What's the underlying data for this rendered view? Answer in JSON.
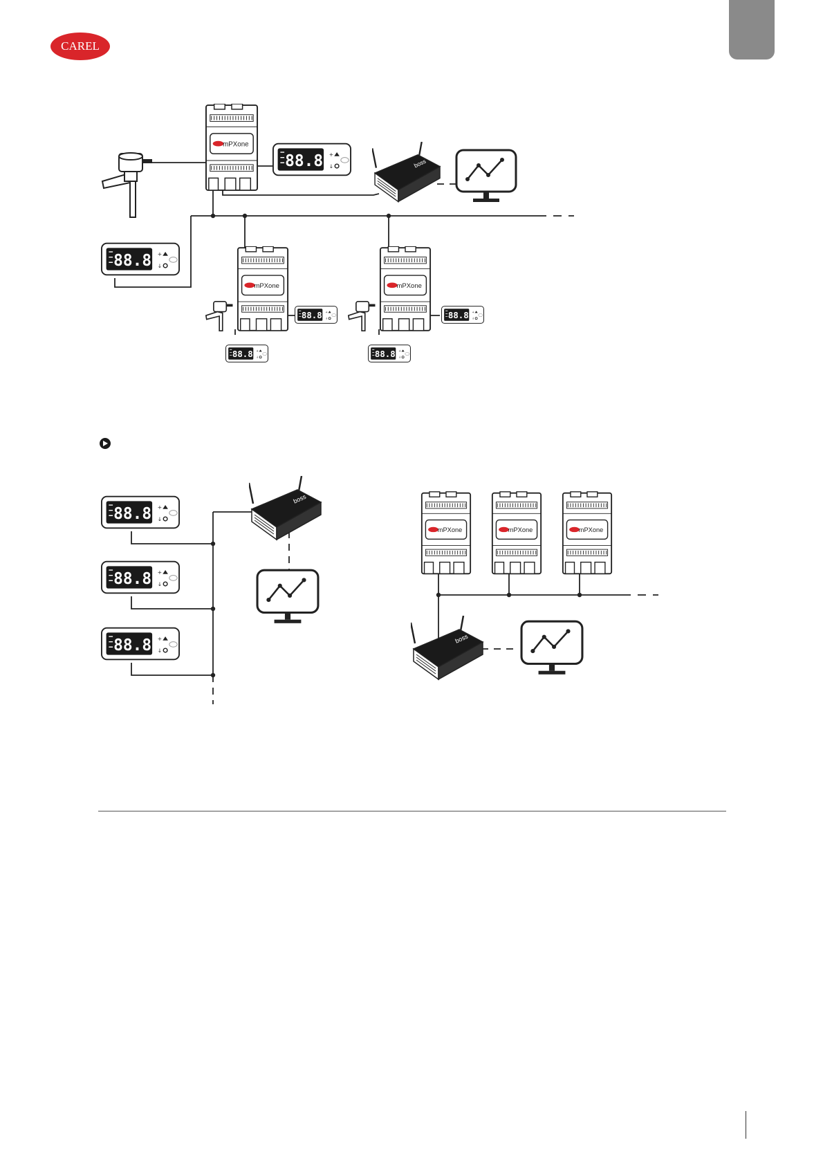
{
  "header": {
    "brand": "CAREL",
    "section_tab": ""
  },
  "product_label": "mPXone",
  "gateway_label": "boss",
  "display_digits": "88.8",
  "colors": {
    "brand_red": "#d9252a",
    "tab_gray": "#8a8a8a",
    "line": "#222222",
    "lcd": "#1a1a1a"
  },
  "icons": [
    "solenoid-valve-icon",
    "controller-icon",
    "display-icon",
    "router-icon",
    "monitor-chart-icon",
    "note-arrow-icon"
  ]
}
